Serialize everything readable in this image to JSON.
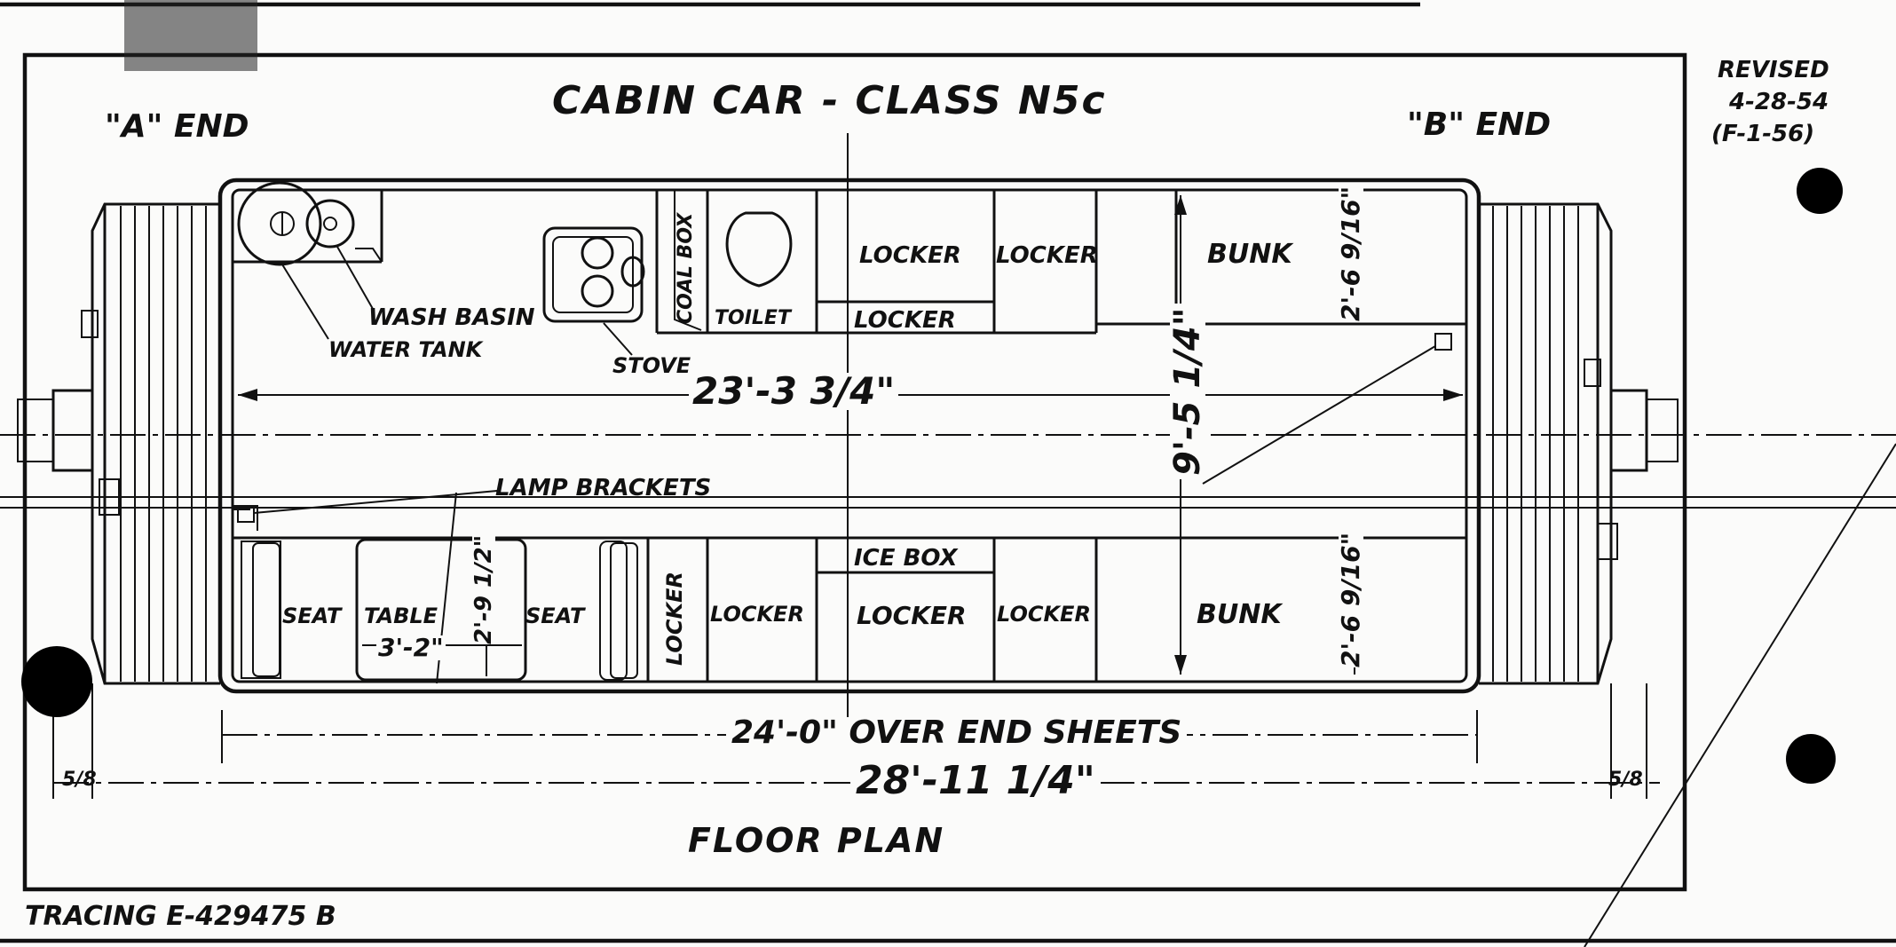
{
  "title": "CABIN CAR - CLASS N5c",
  "ends": {
    "a": "\"A\" END",
    "b": "\"B\" END"
  },
  "revision": {
    "label": "REVISED",
    "date": "4-28-54",
    "code": "(F-1-56)"
  },
  "subtitle": "FLOOR PLAN",
  "tracing": "TRACING E-429475 B",
  "rooms_top": {
    "coal_box": "COAL BOX",
    "toilet": "TOILET",
    "locker_1": "LOCKER",
    "locker_2": "LOCKER",
    "locker_3": "LOCKER",
    "bunk": "BUNK"
  },
  "rooms_bottom": {
    "seat_1": "SEAT",
    "table": "TABLE",
    "seat_2": "SEAT",
    "locker_v": "LOCKER",
    "locker_1": "LOCKER",
    "ice_box": "ICE BOX",
    "locker_2": "LOCKER",
    "locker_3": "LOCKER",
    "bunk": "BUNK"
  },
  "callouts": {
    "wash_basin": "WASH BASIN",
    "water_tank": "WATER TANK",
    "stove": "STOVE",
    "lamp_brackets": "LAMP BRACKETS"
  },
  "dimensions": {
    "interior_length": "23'-3 3/4\"",
    "interior_width": "9'-5 1/4\"",
    "bunk_top_width": "2'-6 9/16\"",
    "bunk_bottom_width": "2'-6 9/16\"",
    "table_length": "3'-2\"",
    "table_width": "2'-9 1/2\"",
    "over_end_sheets": "24'-0\" OVER END SHEETS",
    "overall_length": "28'-11 1/4\"",
    "end_left": "5/8",
    "end_right": "5/8"
  }
}
